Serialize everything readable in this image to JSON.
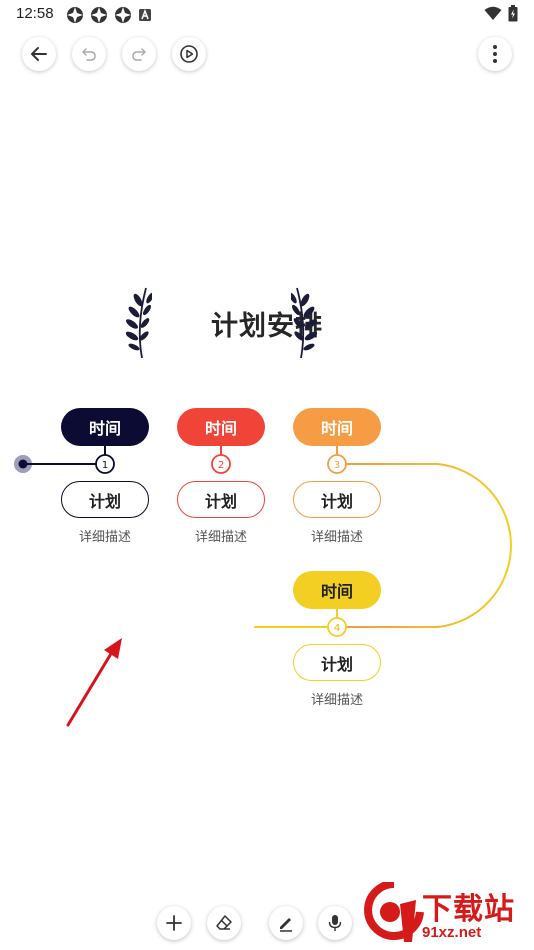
{
  "status_bar": {
    "time": "12:58"
  },
  "toolbar": {
    "back_icon": "arrow-left-icon",
    "undo_icon": "undo-icon",
    "redo_icon": "redo-icon",
    "play_icon": "play-circle-icon",
    "more_icon": "more-vertical-icon"
  },
  "canvas": {
    "title": "计划安排",
    "items": [
      {
        "number": "1",
        "time": "时间",
        "plan": "计划",
        "desc": "详细描述",
        "color": "#0b0b33"
      },
      {
        "number": "2",
        "time": "时间",
        "plan": "计划",
        "desc": "详细描述",
        "color": "#f04438"
      },
      {
        "number": "3",
        "time": "时间",
        "plan": "计划",
        "desc": "详细描述",
        "color": "#f59c45"
      },
      {
        "number": "4",
        "time": "时间",
        "plan": "计划",
        "desc": "详细描述",
        "color": "#f2cf22"
      }
    ],
    "arrow_color": "#d8141b"
  },
  "bottom_toolbar": {
    "add_icon": "plus-icon",
    "eraser_icon": "eraser-icon",
    "pen_icon": "pen-icon",
    "mic_icon": "microphone-icon"
  },
  "watermark": {
    "text": "下载站",
    "url": "91xz.net"
  }
}
